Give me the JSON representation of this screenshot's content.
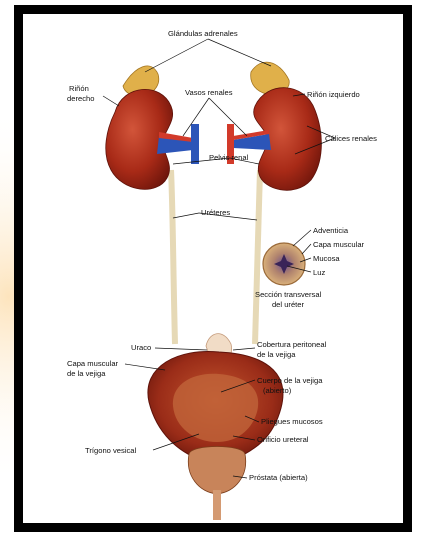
{
  "labels": {
    "adrenal": "Glándulas adrenales",
    "right_kidney_1": "Riñón",
    "right_kidney_2": "derecho",
    "renal_vessels": "Vasos renales",
    "left_kidney": "Riñón izquierdo",
    "calyces": "Cálices renales",
    "renal_pelvis": "Pelvis renal",
    "ureters": "Uréteres",
    "adventitia": "Adventicia",
    "muscular_layer": "Capa muscular",
    "mucosa": "Mucosa",
    "lumen": "Luz",
    "cross_section_1": "Sección transversal",
    "cross_section_2": "del uréter",
    "urachus": "Uraco",
    "peritoneal_1": "Cobertura peritoneal",
    "peritoneal_2": "de la vejiga",
    "bladder_muscle_1": "Capa muscular",
    "bladder_muscle_2": "de la vejiga",
    "bladder_body_1": "Cuerpo de la vejiga",
    "bladder_body_2": "(abierto)",
    "mucosal_folds": "Pliegues mucosos",
    "ureteral_orifice": "Orificio ureteral",
    "trigone": "Trígono vesical",
    "prostate": "Próstata (abierta)"
  },
  "colors": {
    "frame": "#000000",
    "kidney": "#b5321e",
    "kidney_shadow": "#7a1a0f",
    "adrenal": "#e2b24a",
    "vein": "#2c55b8",
    "artery": "#d23a2a",
    "ureter": "#eadfc0",
    "bladder": "#b03a22",
    "background_glow": "#fde7c4"
  }
}
